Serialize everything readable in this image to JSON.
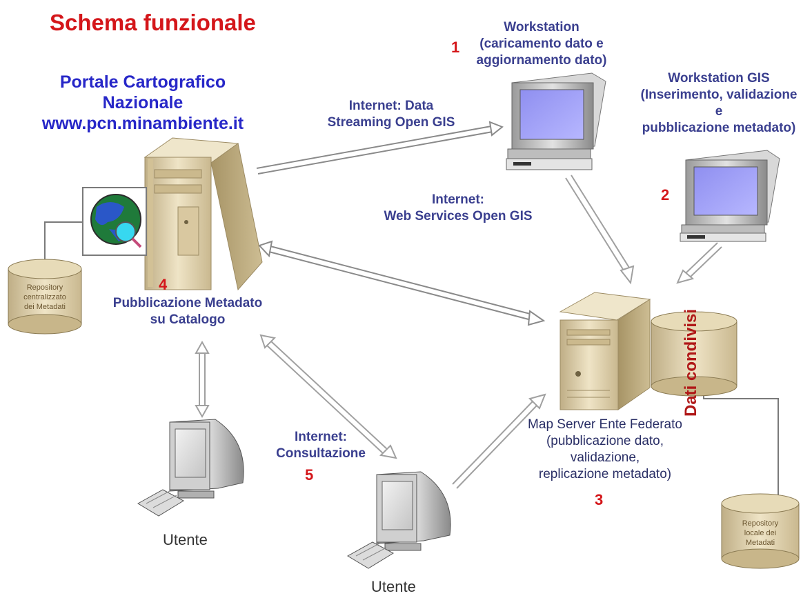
{
  "title": "Schema funzionale",
  "portal": {
    "line1": "Portale Cartografico",
    "line2": "Nazionale",
    "line3": "www.pcn.minambiente.it"
  },
  "workstation1": {
    "number": "1",
    "line1": "Workstation",
    "line2": "(caricamento dato e",
    "line3": "aggiornamento dato)"
  },
  "workstation2": {
    "number": "2",
    "line1": "Workstation GIS",
    "line2": "(Inserimento, validazione",
    "line3": "e",
    "line4": "pubblicazione metadato)"
  },
  "link_data": {
    "line1": "Internet: Data",
    "line2": "Streaming Open GIS"
  },
  "link_ws": {
    "line1": "Internet:",
    "line2": "Web Services Open GIS"
  },
  "catalog": {
    "number": "4",
    "line1": "Pubblicazione Metadato",
    "line2": "su Catalogo"
  },
  "repo_central": {
    "line1": "Repository",
    "line2": "centralizzato",
    "line3": "dei Metadati"
  },
  "mapserver": {
    "number": "3",
    "line1": "Map Server Ente Federato",
    "line2": "(pubblicazione dato,",
    "line3": "validazione,",
    "line4": "replicazione metadato)"
  },
  "shared_data": "Dati condivisi",
  "repo_local": {
    "line1": "Repository",
    "line2": "locale dei",
    "line3": "Metadati"
  },
  "consult": {
    "number": "5",
    "line1": "Internet:",
    "line2": "Consultazione"
  },
  "user1": "Utente",
  "user2": "Utente",
  "colors": {
    "title": "#d4161a",
    "portal": "#2727c8",
    "label": "#3a3f8f",
    "number": "#d4161a",
    "db": "#d8c49a"
  }
}
